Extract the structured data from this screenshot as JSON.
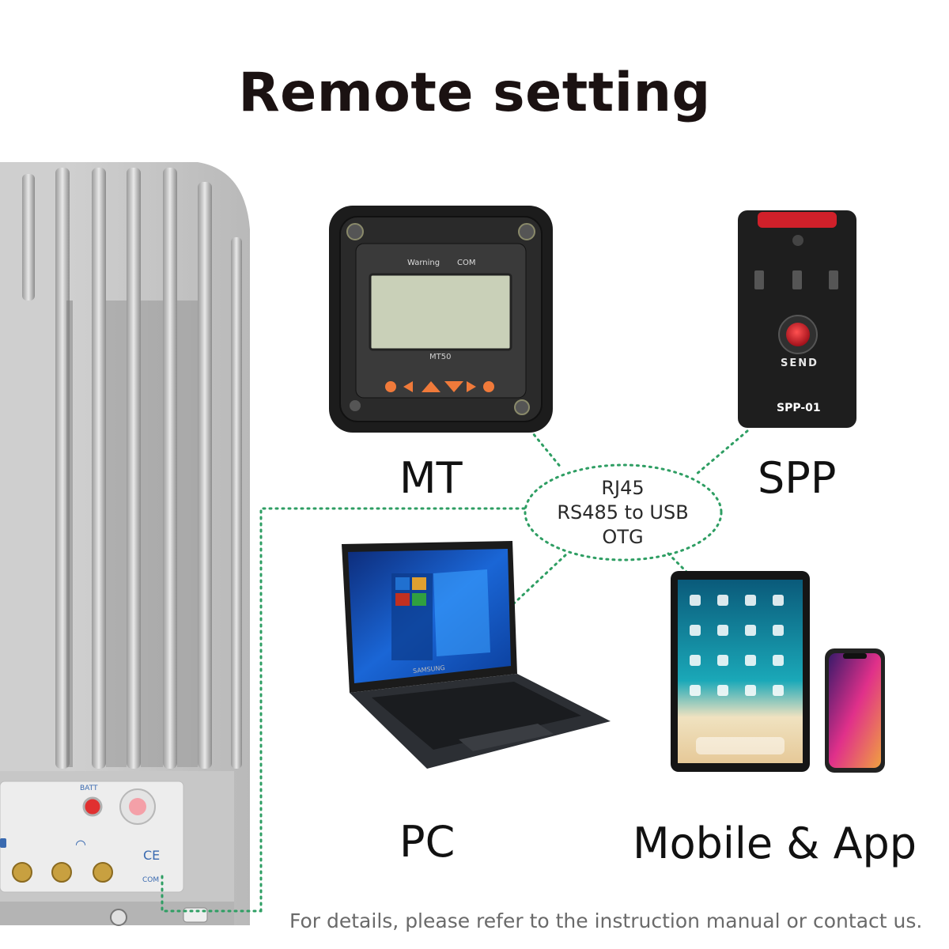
{
  "title": "Remote setting",
  "devices": {
    "mt": {
      "label": "MT",
      "screen_text_left": "Warning",
      "screen_text_right": "COM",
      "model": "MT50"
    },
    "spp": {
      "label": "SPP",
      "button_label": "SEND",
      "model": "SPP-01"
    },
    "pc": {
      "label": "PC",
      "brand": "SAMSUNG"
    },
    "mobile": {
      "label": "Mobile & App"
    }
  },
  "connection": {
    "line1": "RJ45",
    "line2": "RS485 to USB",
    "line3": "OTG"
  },
  "controller": {
    "batt_label": "BATT",
    "com_label": "COM",
    "ce_mark": "CE"
  },
  "footer": "For details, please refer to the instruction manual or contact us.",
  "colors": {
    "dotted_line": "#2e9e63",
    "accent_orange": "#f07a3a",
    "spp_red": "#d0202a"
  },
  "icons": [
    "windows-logo-icon",
    "app-grid-icon",
    "wifi-icon",
    "battery-icon"
  ]
}
